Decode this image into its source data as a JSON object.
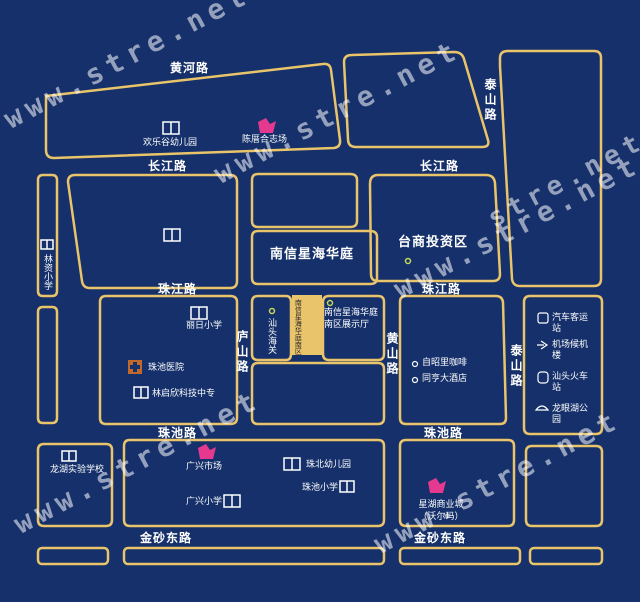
{
  "roads": {
    "huanghe": "黄河路",
    "changjiang": "长江路",
    "zhujiang": "珠江路",
    "zhuchi": "珠池路",
    "jinsha_east": "金砂东路",
    "taishan_top": "泰山路",
    "taishan_mid": "泰山路",
    "lushan": "庐山路",
    "huangshan": "黄山路"
  },
  "areas": {
    "project": "南信星海华庭",
    "taishang": "台商投资区"
  },
  "pois": {
    "huanlegu_kindergarten": "欢乐谷幼儿园",
    "chenwei_plaza": "陈厝合志场",
    "linzi_primary": "林资小学",
    "shantou_customs": "汕头海关",
    "project_south": "南信星海华庭南区",
    "showroom": "南信星海华庭南区展示厅",
    "lirl_primary": "丽日小学",
    "zhuchi_hospital": "珠池医院",
    "linqi_school": "林启欣科技中专",
    "coffee": "自昭里咖啡",
    "hotel": "同亨大酒店",
    "bus_station": "汽车客运站",
    "airport_building": "机场候机楼",
    "train_station": "汕头火车站",
    "futian_park": "龙眼湖公园",
    "longhu_school": "龙湖实验学校",
    "guangxing_market": "广兴市场",
    "zhubei_kindergarten": "珠北幼儿园",
    "zhuchi_primary": "珠池小学",
    "guangxing_primary": "广兴小学",
    "xinghu_mall": "星湖商业城（沃尔玛）"
  },
  "watermarks": [
    "www.stre.net",
    "www.stre.net",
    "stre.net",
    "www.stre.net",
    "www.stre.net",
    "www.stre.net"
  ],
  "colors": {
    "background": "#15306a",
    "road_outline": "#e9c46a",
    "project_fill": "#e9c46a",
    "marker": "#e5388f"
  }
}
